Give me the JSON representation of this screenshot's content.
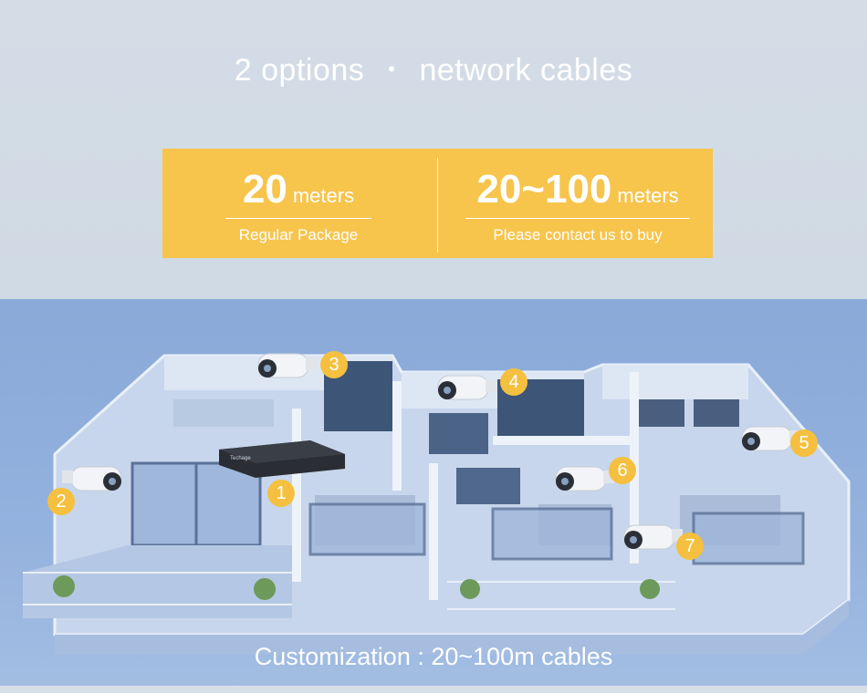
{
  "headline": {
    "left": "2 options",
    "separator": "•",
    "right": "network cables"
  },
  "options": [
    {
      "length": "20",
      "unit": "meters",
      "caption": "Regular Package"
    },
    {
      "length": "20~100",
      "unit": "meters",
      "caption": "Please contact us to buy"
    }
  ],
  "markers": {
    "nvr": "1",
    "cam2": "2",
    "cam3": "3",
    "cam4": "4",
    "cam5": "5",
    "cam6": "6",
    "cam7": "7"
  },
  "nvr_brand": "Techage",
  "footer": "Customization : 20~100m cables",
  "colors": {
    "banner": "#f7c44c",
    "badge": "#f5c03f",
    "scene": "#8aa9d8",
    "text": "#ffffff"
  }
}
